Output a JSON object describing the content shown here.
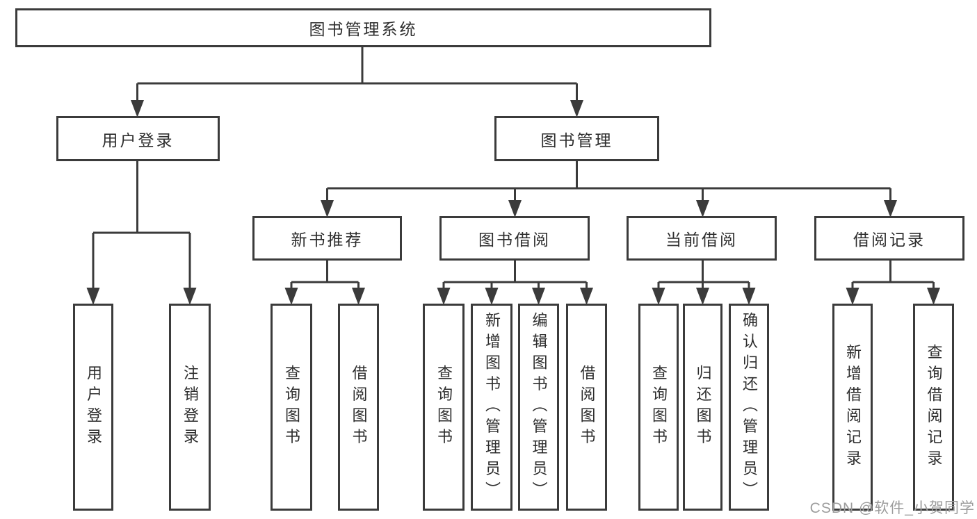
{
  "colors": {
    "line": "#3b3b3b",
    "box_border": "#3b3b3b",
    "text": "#2d2d2d",
    "watermark": "#9d9d9d",
    "background": "#ffffff"
  },
  "tree": {
    "root": {
      "label": "图书管理系统"
    },
    "branches": [
      {
        "label": "用户登录",
        "children": [
          {
            "label": "用户登录"
          },
          {
            "label": "注销登录"
          }
        ]
      },
      {
        "label": "图书管理",
        "groups": [
          {
            "label": "新书推荐",
            "children": [
              {
                "label": "查询图书"
              },
              {
                "label": "借阅图书"
              }
            ]
          },
          {
            "label": "图书借阅",
            "children": [
              {
                "label": "查询图书"
              },
              {
                "label": "新增图书（管理员）"
              },
              {
                "label": "编辑图书（管理员）"
              },
              {
                "label": "借阅图书"
              }
            ]
          },
          {
            "label": "当前借阅",
            "children": [
              {
                "label": "查询图书"
              },
              {
                "label": "归还图书"
              },
              {
                "label": "确认归还（管理员）"
              }
            ]
          },
          {
            "label": "借阅记录",
            "children": [
              {
                "label": "新增借阅记录"
              },
              {
                "label": "查询借阅记录"
              }
            ]
          }
        ]
      }
    ]
  },
  "watermark": {
    "text": "CSDN @软件_小贺同学"
  }
}
